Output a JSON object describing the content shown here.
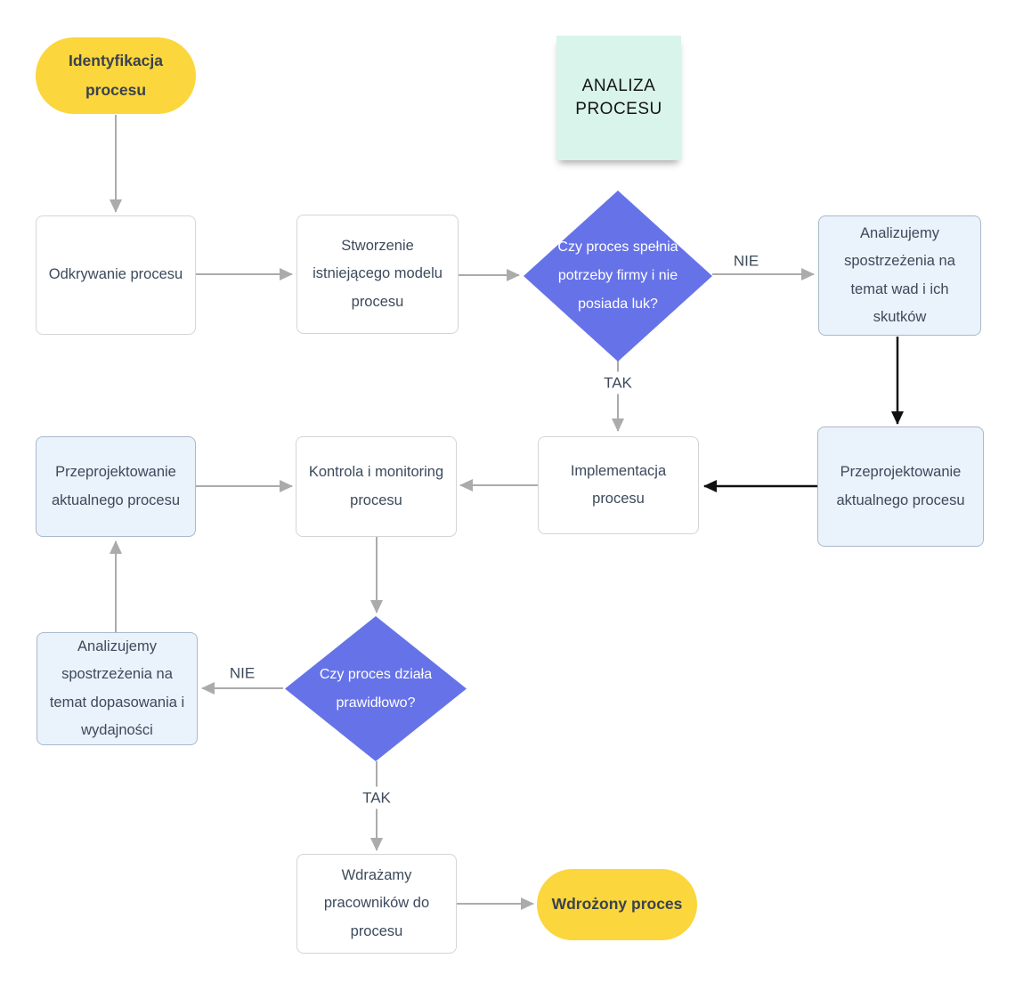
{
  "note": {
    "text": "ANALIZA\nPROCESU"
  },
  "nodes": {
    "start": {
      "label": "Identyfikacja procesu",
      "type": "terminator"
    },
    "discovery": {
      "label": "Odkrywanie procesu",
      "type": "process"
    },
    "model": {
      "label": "Stworzenie istniejącego modelu procesu",
      "type": "process"
    },
    "decision1": {
      "label": "Czy proces spełnia potrzeby firmy i nie posiada luk?",
      "type": "decision"
    },
    "analyze_flaws": {
      "label": "Analizujemy spostrzeżenia na temat wad i ich skutków",
      "type": "process"
    },
    "redesign_right": {
      "label": "Przeprojektowanie aktualnego procesu",
      "type": "process"
    },
    "implementation": {
      "label": "Implementacja procesu",
      "type": "process"
    },
    "control": {
      "label": "Kontrola i monitoring procesu",
      "type": "process"
    },
    "redesign_left": {
      "label": "Przeprojektowanie aktualnego procesu",
      "type": "process"
    },
    "decision2": {
      "label": "Czy proces działa prawidłowo?",
      "type": "decision"
    },
    "analyze_fit": {
      "label": "Analizujemy spostrzeżenia na temat dopasowania i wydajności",
      "type": "process"
    },
    "onboard": {
      "label": "Wdrażamy pracowników do procesu",
      "type": "process"
    },
    "end": {
      "label": "Wdrożony proces",
      "type": "terminator"
    }
  },
  "edge_labels": {
    "yes1": "TAK",
    "no1": "NIE",
    "yes2": "TAK",
    "no2": "NIE"
  },
  "colors": {
    "accent_yellow": "#FBD63C",
    "accent_blue": "#6673E8",
    "light_blue_fill": "#EAF2FB",
    "light_blue_border": "#A9BACB",
    "note_mint": "#D9F4EA",
    "text_dark": "#3D4A5C",
    "box_border": "#D5D5D5",
    "arrow_gray": "#ABABAB",
    "arrow_black": "#111111"
  }
}
